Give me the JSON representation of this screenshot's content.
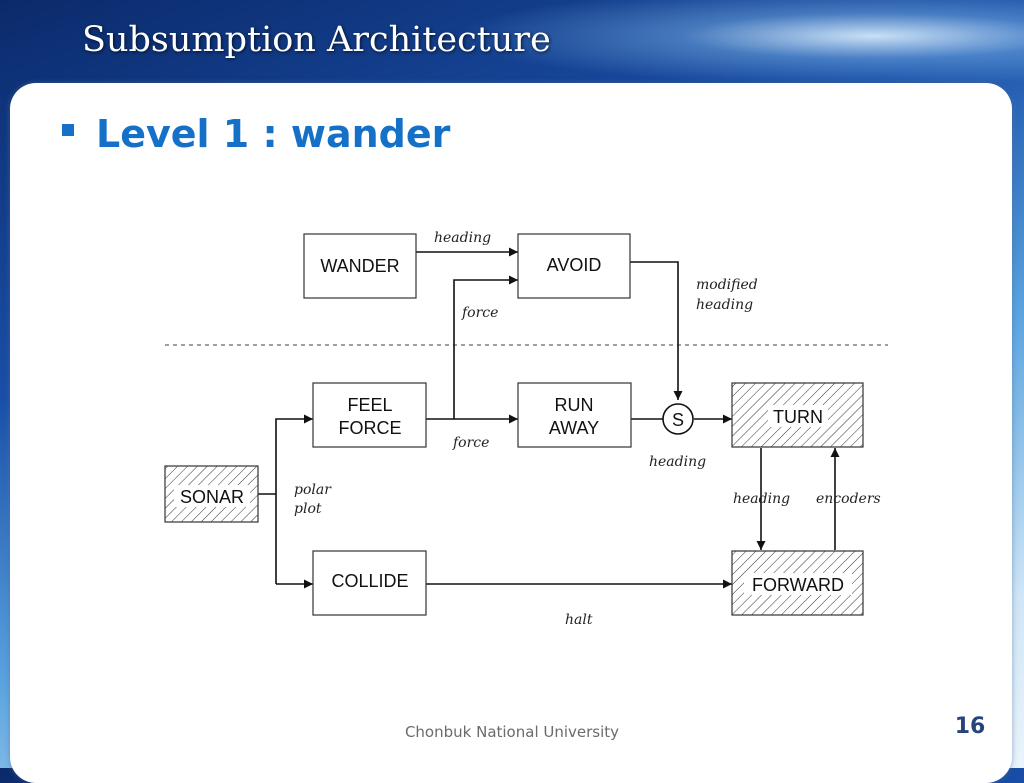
{
  "slide": {
    "title": "Subsumption Architecture",
    "heading": "Level 1 : wander",
    "footer": "Chonbuk National University",
    "page_number": "16"
  },
  "diagram": {
    "nodes": {
      "wander": "WANDER",
      "avoid": "AVOID",
      "feel_force_1": "FEEL",
      "feel_force_2": "FORCE",
      "run_away_1": "RUN",
      "run_away_2": "AWAY",
      "turn": "TURN",
      "sonar": "SONAR",
      "collide": "COLLIDE",
      "forward": "FORWARD",
      "suppressor": "S"
    },
    "edge_labels": {
      "wander_avoid": "heading",
      "force_to_avoid": "force",
      "modified_1": "modified",
      "modified_2": "heading",
      "feel_runaway": "force",
      "s_turn": "heading",
      "polar_1": "polar",
      "polar_2": "plot",
      "turn_forward": "heading",
      "forward_turn": "encoders",
      "collide_forward": "halt"
    }
  },
  "colors": {
    "accent": "#1570c8",
    "title_text": "#ffffff",
    "page_number": "#27457a"
  }
}
